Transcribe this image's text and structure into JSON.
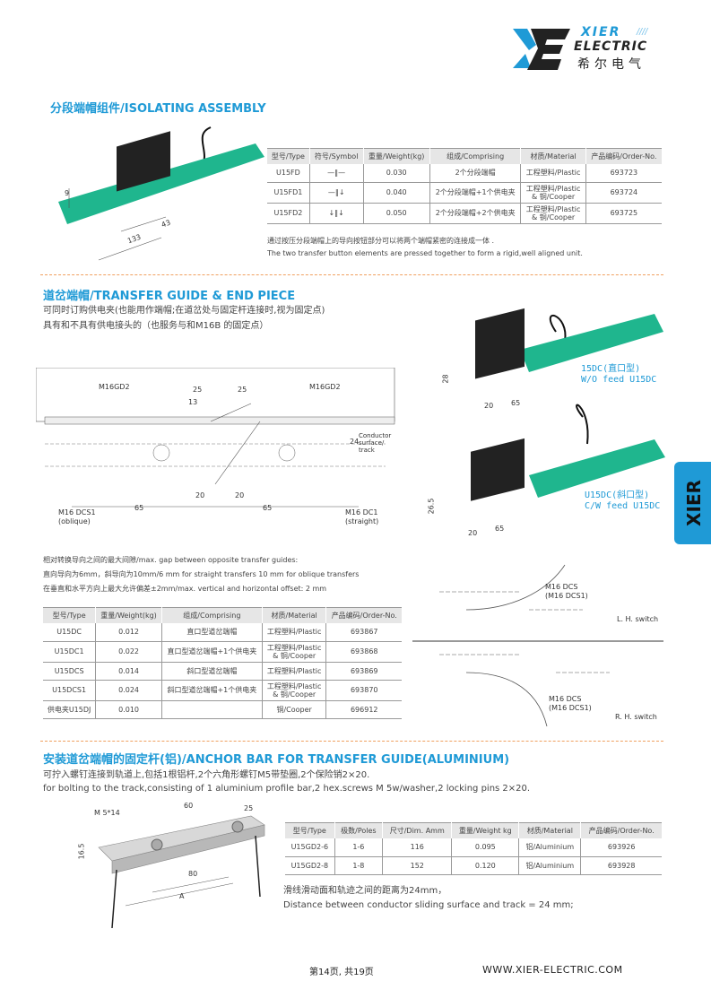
{
  "logo": {
    "line1": "XIER",
    "line2": "ELECTRIC",
    "line3": "希尔电气"
  },
  "side_tab": "XIER",
  "s1": {
    "title": "分段端帽组件/ISOLATING ASSEMBLY",
    "headers": [
      "型号/Type",
      "符号/Symbol",
      "重量/Weight(kg)",
      "组成/Comprising",
      "材质/Material",
      "产品编码/Order-No."
    ],
    "rows": [
      [
        "U15FD",
        "0.030",
        "2个分段端帽",
        "工程塑料/Plastic",
        "",
        "693723"
      ],
      [
        "U15FD1",
        "0.040",
        "2个分段端帽+1个供电夹",
        "工程塑料/Plastic",
        "& 铜/Cooper",
        "693724"
      ],
      [
        "U15FD2",
        "0.050",
        "2个分段端帽+2个供电夹",
        "工程塑料/Plastic",
        "& 铜/Cooper",
        "693725"
      ]
    ],
    "note_cn": "通过按压分段端帽上的导向按钮部分可以将两个端帽紧密的连接成一体 .",
    "note_en": "The two transfer button elements are pressed together to form a rigid,well aligned unit.",
    "dims": [
      "9",
      "43",
      "133"
    ]
  },
  "s2": {
    "title": "道岔端帽/TRANSFER GUIDE & END PIECE",
    "desc1": "可同时订购供电夹(也能用作端帽;在道岔处与固定杆连接时,视为固定点)",
    "desc2": "具有和不具有供电接头的（也服务与和M16B 的固定点）",
    "drawing": {
      "m16gd2_left": "M16GD2",
      "m16gd2_right": "M16GD2",
      "d25a": "25",
      "d25b": "25",
      "d13": "13",
      "d20a": "20",
      "d20b": "20",
      "d65a": "65",
      "d65b": "65",
      "d24": "24",
      "conductor": "Conductor surface/ track",
      "dcs1": "M16 DCS1",
      "oblique": "(oblique)",
      "dc1": "M16 DC1",
      "straight": "(straight)"
    },
    "prod1": {
      "cn": "15DC(直口型)",
      "en": "W/O feed U15DC",
      "d28": "28",
      "d20": "20",
      "d65": "65"
    },
    "prod2": {
      "cn": "U15DC(斜口型)",
      "en": "C/W feed U15DC",
      "d26": "26.5",
      "d20": "20",
      "d65": "65"
    },
    "gap1": "相对转换导向之间的最大间隙/max. gap between opposite transfer guides:",
    "gap2": "直向导向为6mm，斜导向为10mm/6 mm for straight transfers 10 mm for oblique transfers",
    "gap3": "在垂直和水平方向上最大允许偏差±2mm/max. vertical and horizontal offset:  2 mm",
    "headers": [
      "型号/Type",
      "重量/Weight(kg)",
      "组成/Comprising",
      "材质/Material",
      "产品编码/Order-No."
    ],
    "rows": [
      [
        "U15DC",
        "0.012",
        "直口型道岔端帽",
        "工程塑料/Plastic",
        "",
        "693867"
      ],
      [
        "U15DC1",
        "0.022",
        "直口型道岔端帽+1个供电夹",
        "工程塑料/Plastic",
        "& 铜/Cooper",
        "693868"
      ],
      [
        "U15DCS",
        "0.014",
        "斜口型道岔端帽",
        "工程塑料/Plastic",
        "",
        "693869"
      ],
      [
        "U15DCS1",
        "0.024",
        "斜口型道岔端帽+1个供电夹",
        "工程塑料/Plastic",
        "& 铜/Cooper",
        "693870"
      ],
      [
        "供电夹U15DJ",
        "0.010",
        "",
        "铜/Cooper",
        "",
        "696912"
      ]
    ],
    "switch": {
      "lh_label1": "M16 DCS",
      "lh_label2": "(M16 DCS1)",
      "lh": "L. H. switch",
      "rh_label1": "M16 DCS",
      "rh_label2": "(M16 DCS1)",
      "rh": "R. H. switch"
    }
  },
  "s3": {
    "title": "安装道岔端帽的固定杆(铝)/ANCHOR BAR FOR TRANSFER GUIDE(ALUMINIUM)",
    "desc_cn": "可拧入螺钉连接到轨道上,包括1根铝杆,2个六角形螺钉M5带垫圈,2个保险销2×20.",
    "desc_en": "for bolting to the track,consisting of 1 aluminium profile bar,2 hex.screws M 5w/washer,2 locking pins 2×20.",
    "dims": {
      "m5": "M 5*14",
      "d60": "60",
      "d25": "25",
      "d165": "16.5",
      "d80": "80",
      "a": "A"
    },
    "headers": [
      "型号/Type",
      "极数/Poles",
      "尺寸/Dim. Amm",
      "重量/Weight kg",
      "材质/Material",
      "产品编码/Order-No."
    ],
    "rows": [
      [
        "U15GD2-6",
        "1-6",
        "116",
        "0.095",
        "铝/Aluminium",
        "693926"
      ],
      [
        "U15GD2-8",
        "1-8",
        "152",
        "0.120",
        "铝/Aluminium",
        "693928"
      ]
    ],
    "note_cn": "滑线滑动面和轨迹之间的距离为24mm，",
    "note_en": "Distance between conductor sliding surface and track = 24 mm;"
  },
  "footer": {
    "page": "第14页, 共19页",
    "url": "WWW.XIER-ELECTRIC.COM"
  }
}
